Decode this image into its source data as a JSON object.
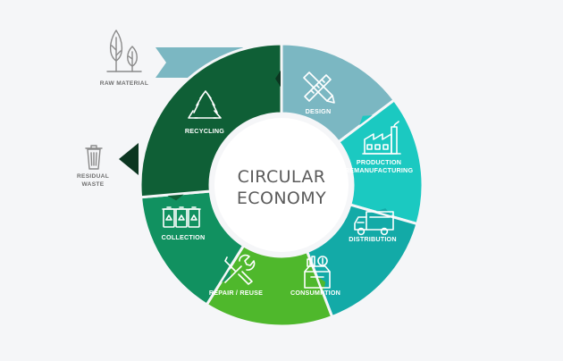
{
  "center": {
    "line1": "CIRCULAR",
    "line2": "ECONOMY"
  },
  "segments": [
    {
      "label": "DESIGN",
      "color": "#7bb7c2",
      "icon": "pencil-ruler-icon"
    },
    {
      "label_line1": "PRODUCTION",
      "label_line2": "REMANUFACTURING",
      "color": "#1bc9c1",
      "icon": "factory-icon"
    },
    {
      "label": "DISTRIBUTION",
      "color": "#13aaa7",
      "icon": "truck-icon"
    },
    {
      "label": "CONSUMPTION",
      "color": "#4fb82c",
      "icon": "shopping-box-icon"
    },
    {
      "label": "REPAIR / REUSE",
      "color": "#119160",
      "icon": "wrench-screwdriver-icon"
    },
    {
      "label": "COLLECTION",
      "color": "#0f5f36",
      "icon": "recycle-bins-icon"
    },
    {
      "label": "RECYCLING",
      "color": "#0c3621",
      "icon": "recycling-icon"
    }
  ],
  "inputs": {
    "raw_material": {
      "label": "RAW MATERIAL",
      "color": "#7bb7c2",
      "icon": "trees-icon"
    },
    "residual_waste": {
      "label_line1": "RESIDUAL",
      "label_line2": "WASTE",
      "color": "#0c3621",
      "icon": "trash-can-icon"
    }
  }
}
